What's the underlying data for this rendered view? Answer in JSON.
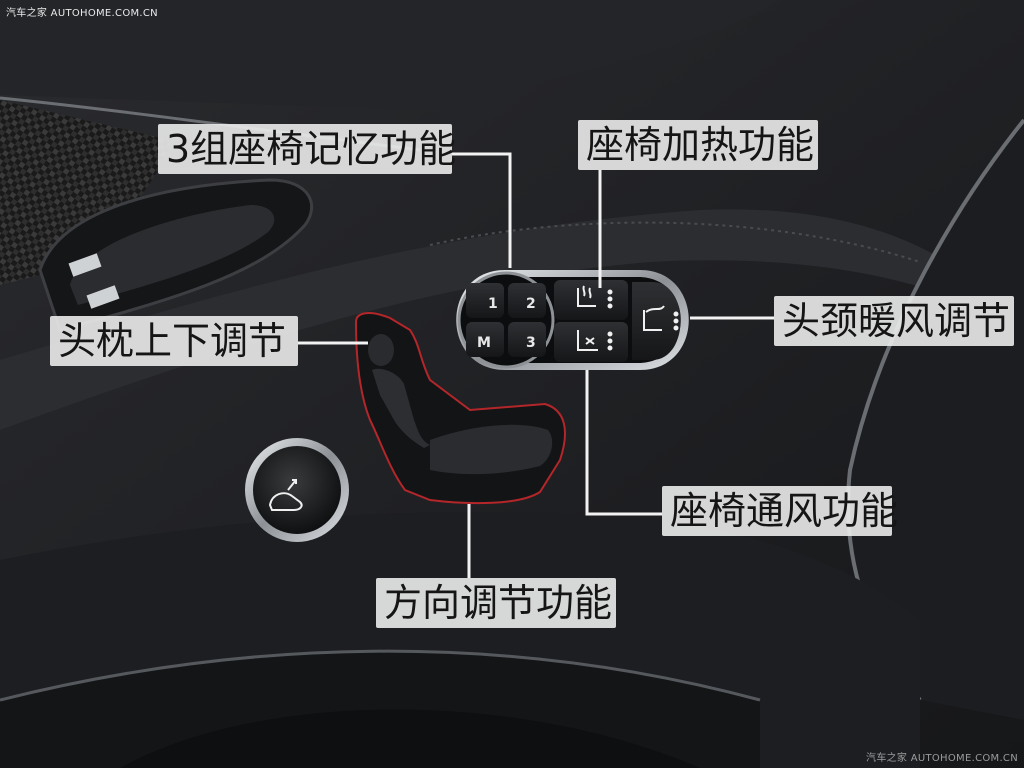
{
  "callouts": {
    "memory": "3组座椅记忆功能",
    "heating": "座椅加热功能",
    "neck_warmer": "头颈暖风调节",
    "headrest": "头枕上下调节",
    "ventilation": "座椅通风功能",
    "direction": "方向调节功能"
  },
  "memory_buttons": [
    "1",
    "2",
    "M",
    "3"
  ],
  "watermark": {
    "top": "汽车之家 AUTOHOME.COM.CN",
    "bottom": "汽车之家 AUTOHOME.COM.CN"
  },
  "colors": {
    "leather": "#222325",
    "callout_bg": "#ebebeb",
    "chrome": "#c9ccd0",
    "stitch": "#b3262a"
  },
  "icons": [
    "seat-heating-icon",
    "neck-warmer-icon",
    "seat-ventilation-icon",
    "trunk-icon"
  ]
}
